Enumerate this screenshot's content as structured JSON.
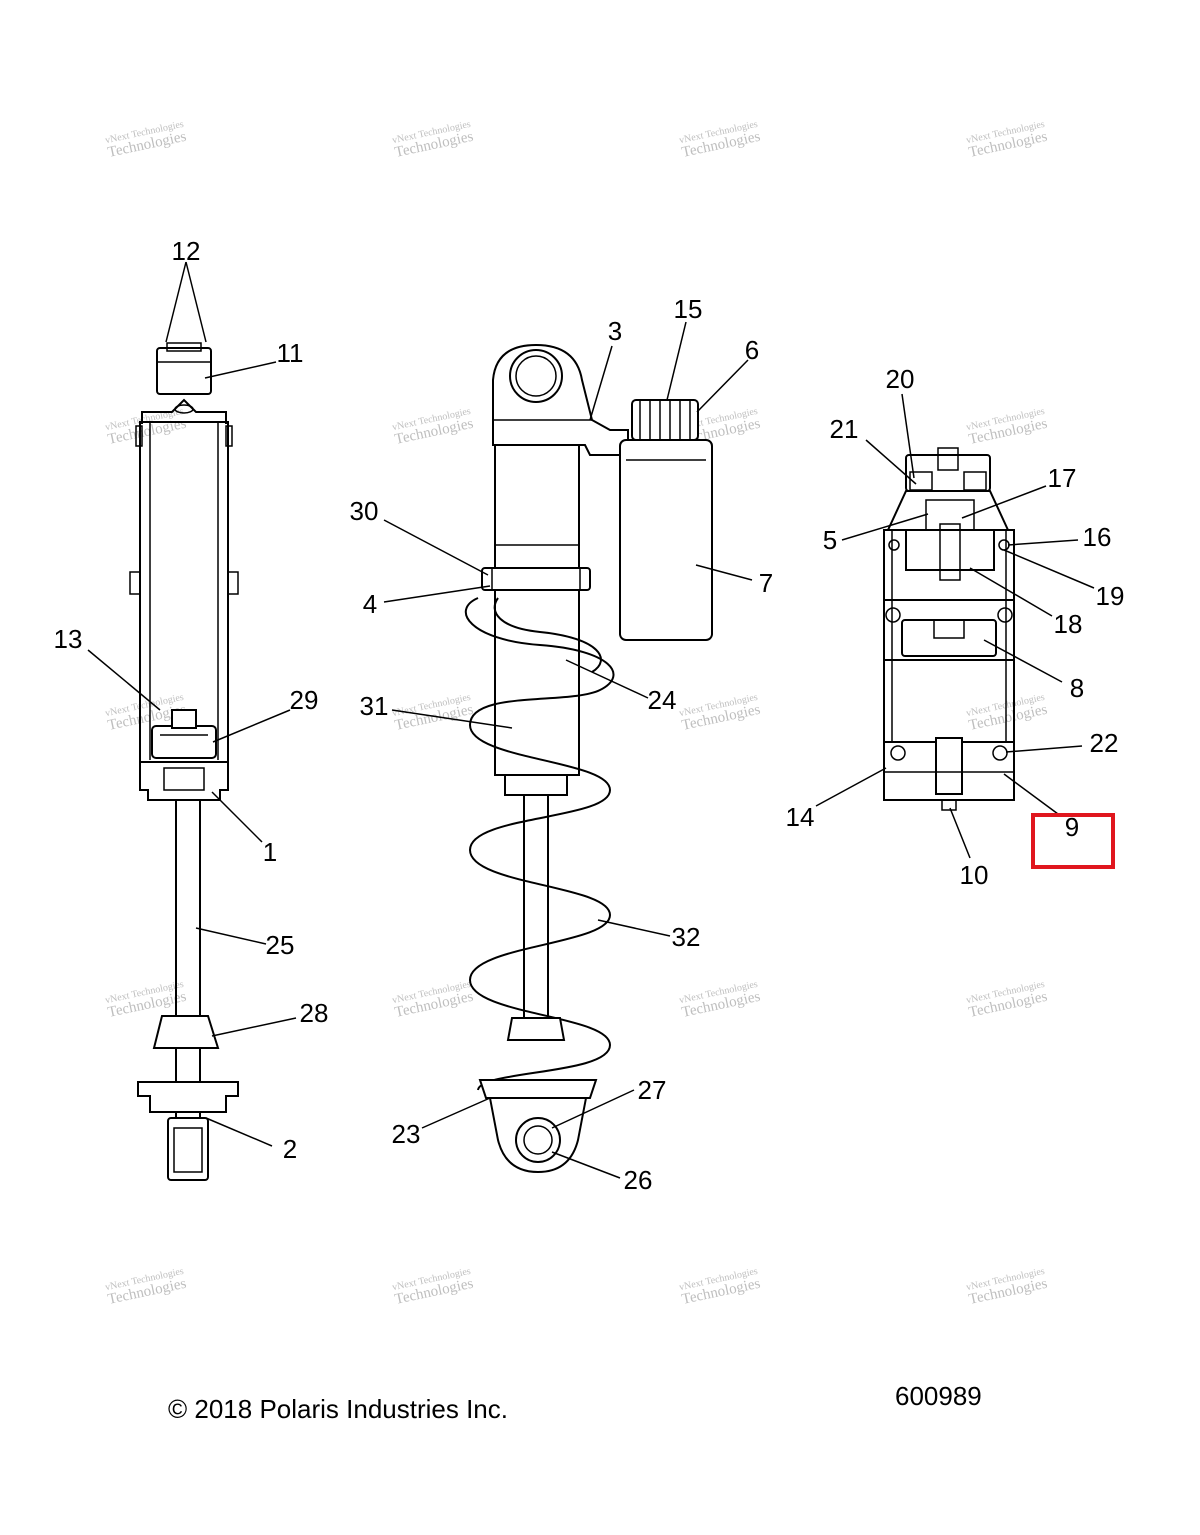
{
  "footer": {
    "copyright": "© 2018 Polaris Industries Inc.",
    "diagram_number": "600989"
  },
  "watermark": {
    "line1": "vNext Technologies",
    "line2": "Technologies"
  },
  "callouts": [
    {
      "id": "c12",
      "label": "12"
    },
    {
      "id": "c11",
      "label": "11"
    },
    {
      "id": "c13",
      "label": "13"
    },
    {
      "id": "c29",
      "label": "29"
    },
    {
      "id": "c1",
      "label": "1"
    },
    {
      "id": "c25",
      "label": "25"
    },
    {
      "id": "c28",
      "label": "28"
    },
    {
      "id": "c2",
      "label": "2"
    },
    {
      "id": "c3",
      "label": "3"
    },
    {
      "id": "c15",
      "label": "15"
    },
    {
      "id": "c6",
      "label": "6"
    },
    {
      "id": "c30",
      "label": "30"
    },
    {
      "id": "c4",
      "label": "4"
    },
    {
      "id": "c7",
      "label": "7"
    },
    {
      "id": "c24",
      "label": "24"
    },
    {
      "id": "c31",
      "label": "31"
    },
    {
      "id": "c32",
      "label": "32"
    },
    {
      "id": "c27",
      "label": "27"
    },
    {
      "id": "c23",
      "label": "23"
    },
    {
      "id": "c26",
      "label": "26"
    },
    {
      "id": "c20",
      "label": "20"
    },
    {
      "id": "c21",
      "label": "21"
    },
    {
      "id": "c17",
      "label": "17"
    },
    {
      "id": "c5",
      "label": "5"
    },
    {
      "id": "c16",
      "label": "16"
    },
    {
      "id": "c19",
      "label": "19"
    },
    {
      "id": "c18",
      "label": "18"
    },
    {
      "id": "c8",
      "label": "8"
    },
    {
      "id": "c22",
      "label": "22"
    },
    {
      "id": "c14",
      "label": "14"
    },
    {
      "id": "c9",
      "label": "9"
    },
    {
      "id": "c10",
      "label": "10"
    }
  ],
  "highlight": {
    "callout": "9",
    "color": "#e0161e"
  }
}
